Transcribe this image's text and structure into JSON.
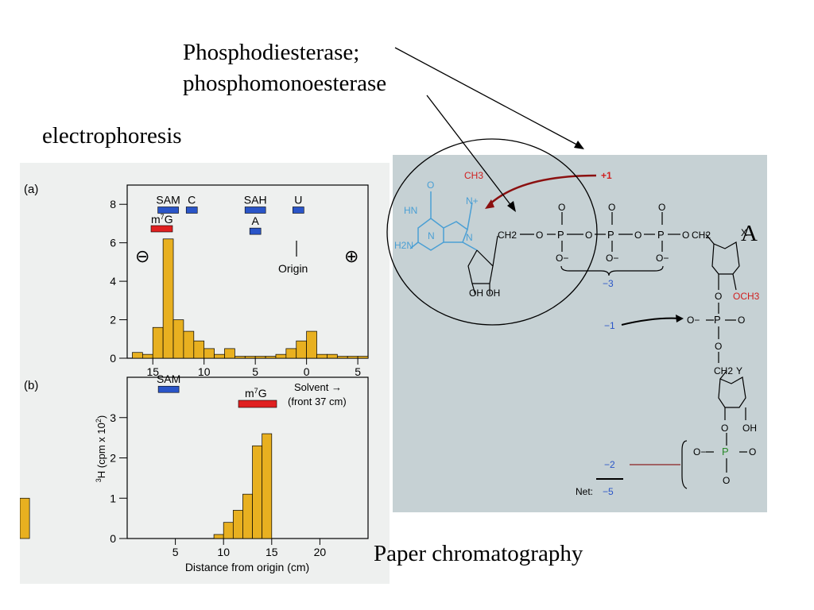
{
  "slide": {
    "annotation_enzyme_line1": "Phosphodiesterase;",
    "annotation_enzyme_line2": "phosphomonoesterase",
    "annotation_electrophoresis": "electrophoresis",
    "annotation_paper_chromatography": "Paper chromatography",
    "annotation_A": "A"
  },
  "colors": {
    "bar_fill": "#e8b020",
    "marker_blue": "#2a55c8",
    "marker_red": "#e02020",
    "structure_blue": "#4a9fd4",
    "structure_red": "#d02020",
    "panel_right": "#c6d1d4"
  },
  "chart_data": [
    {
      "type": "bar",
      "panel_label": "(a)",
      "x": [
        16.5,
        15.5,
        14.5,
        13.5,
        12.5,
        11.5,
        10.5,
        9.5,
        8.5,
        7.5,
        6.5,
        5.5,
        4.5,
        3.5,
        2.5,
        1.5,
        0.5,
        -0.5,
        -1.5,
        -2.5,
        -3.5,
        -4.5,
        -5.5
      ],
      "values": [
        0.3,
        0.2,
        1.6,
        6.2,
        2.0,
        1.4,
        0.9,
        0.5,
        0.2,
        0.5,
        0.1,
        0.1,
        0.1,
        0.1,
        0.2,
        0.5,
        0.9,
        1.4,
        0.2,
        0.2,
        0.1,
        0.1,
        0.1
      ],
      "xlim": [
        17.5,
        -6
      ],
      "ylim": [
        0,
        9
      ],
      "xticks": [
        15,
        10,
        5,
        0,
        5
      ],
      "yticks": [
        0,
        2,
        4,
        6,
        8
      ],
      "markers": [
        {
          "label": "SAM",
          "x": 13.5,
          "y": 7.7,
          "color": "blue"
        },
        {
          "label": "C",
          "x": 11.2,
          "y": 7.7,
          "color": "blue"
        },
        {
          "label": "SAH",
          "x": 5.0,
          "y": 7.7,
          "color": "blue"
        },
        {
          "label": "U",
          "x": 0.8,
          "y": 7.7,
          "color": "blue"
        },
        {
          "label": "A",
          "x": 5.0,
          "y": 6.6,
          "color": "blue"
        }
      ],
      "m7g_label": "m",
      "m7g_sup": "7",
      "m7g_end": "G",
      "origin_label": "Origin",
      "minus_symbol": "⊖",
      "plus_symbol": "⊕"
    },
    {
      "type": "bar",
      "panel_label": "(b)",
      "x": [
        9.5,
        10.5,
        11.5,
        12.5,
        13.5,
        14.5
      ],
      "values": [
        0.1,
        0.4,
        0.7,
        1.1,
        2.3,
        2.6,
        1.0
      ],
      "xlim": [
        0,
        25
      ],
      "ylim": [
        0,
        4
      ],
      "xticks": [
        5,
        10,
        15,
        20
      ],
      "yticks": [
        0,
        1,
        2,
        3
      ],
      "xlabel": "Distance from origin (cm)",
      "ylabel_pre": "H (cpm x 10",
      "ylabel_sup1": "3",
      "ylabel_sup2": "2",
      "ylabel_post": ")",
      "markers": [
        {
          "label": "SAM",
          "x": 4.3,
          "y": 3.7,
          "color": "blue"
        }
      ],
      "m7g_label": "m",
      "m7g_sup": "7",
      "m7g_end": "G",
      "solvent_label": "Solvent →",
      "front_label": "(front 37 cm)"
    }
  ],
  "structure": {
    "ch3_top": "CH3",
    "plus_one": "+1",
    "hn": "HN",
    "n_plus": "N+",
    "o_top": "O",
    "h2n": "H2N",
    "n_mid": "N",
    "n_low": "N",
    "ch2": "CH2",
    "oh_oh": "OH OH",
    "p": "P",
    "o": "O",
    "o_minus": "O−",
    "minus_three": "−3",
    "minus_one": "−1",
    "x": "X",
    "och3": "OCH3",
    "y": "Y",
    "oh": "OH",
    "minus_two": "−2",
    "net_label": "Net:",
    "net_value": "−5"
  }
}
